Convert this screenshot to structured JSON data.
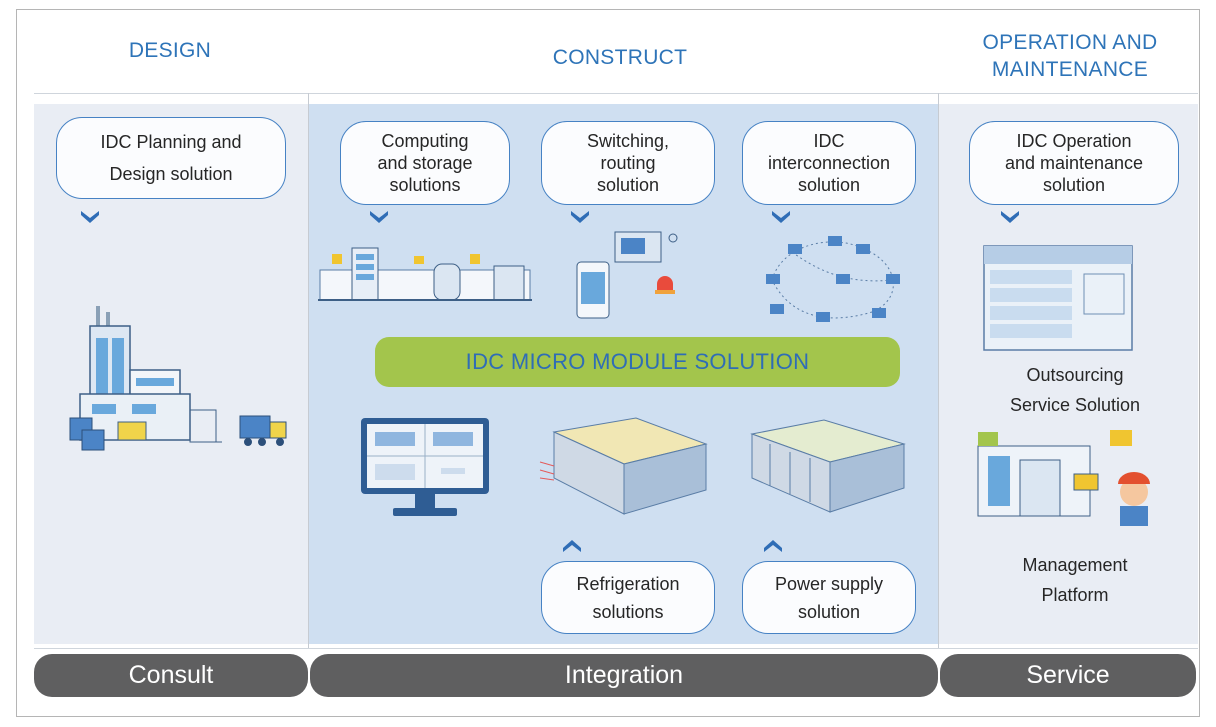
{
  "headers": {
    "design": "DESIGN",
    "construct": "CONSTRUCT",
    "operation_line1": "OPERATION AND",
    "operation_line2": "MAINTENANCE"
  },
  "bubbles": {
    "planning_line1": "IDC Planning and",
    "planning_line2": "Design solution",
    "computing_line1": "Computing",
    "computing_line2": "and storage",
    "computing_line3": "solutions",
    "switching_line1": "Switching,",
    "switching_line2": "routing",
    "switching_line3": "solution",
    "interconnect_line1": "IDC",
    "interconnect_line2": "interconnection",
    "interconnect_line3": "solution",
    "operation_line1": "IDC Operation",
    "operation_line2": "and maintenance",
    "operation_line3": "solution",
    "refrigeration_line1": "Refrigeration",
    "refrigeration_line2": "solutions",
    "power_line1": "Power supply",
    "power_line2": "solution"
  },
  "center_label": "IDC MICRO MODULE SOLUTION",
  "ops_labels": {
    "outsourcing_line1": "Outsourcing",
    "outsourcing_line2": "Service Solution",
    "management_line1": "Management",
    "management_line2": "Platform"
  },
  "bars": {
    "consult": "Consult",
    "integration": "Integration",
    "service": "Service"
  },
  "colors": {
    "header_blue": "#2e74b8",
    "bubble_border": "#4682c4",
    "pill_green": "#a3c54c",
    "bar_gray": "#5f5f60",
    "construct_bg": "#cfdff1",
    "side_bg": "#e9edf4"
  }
}
